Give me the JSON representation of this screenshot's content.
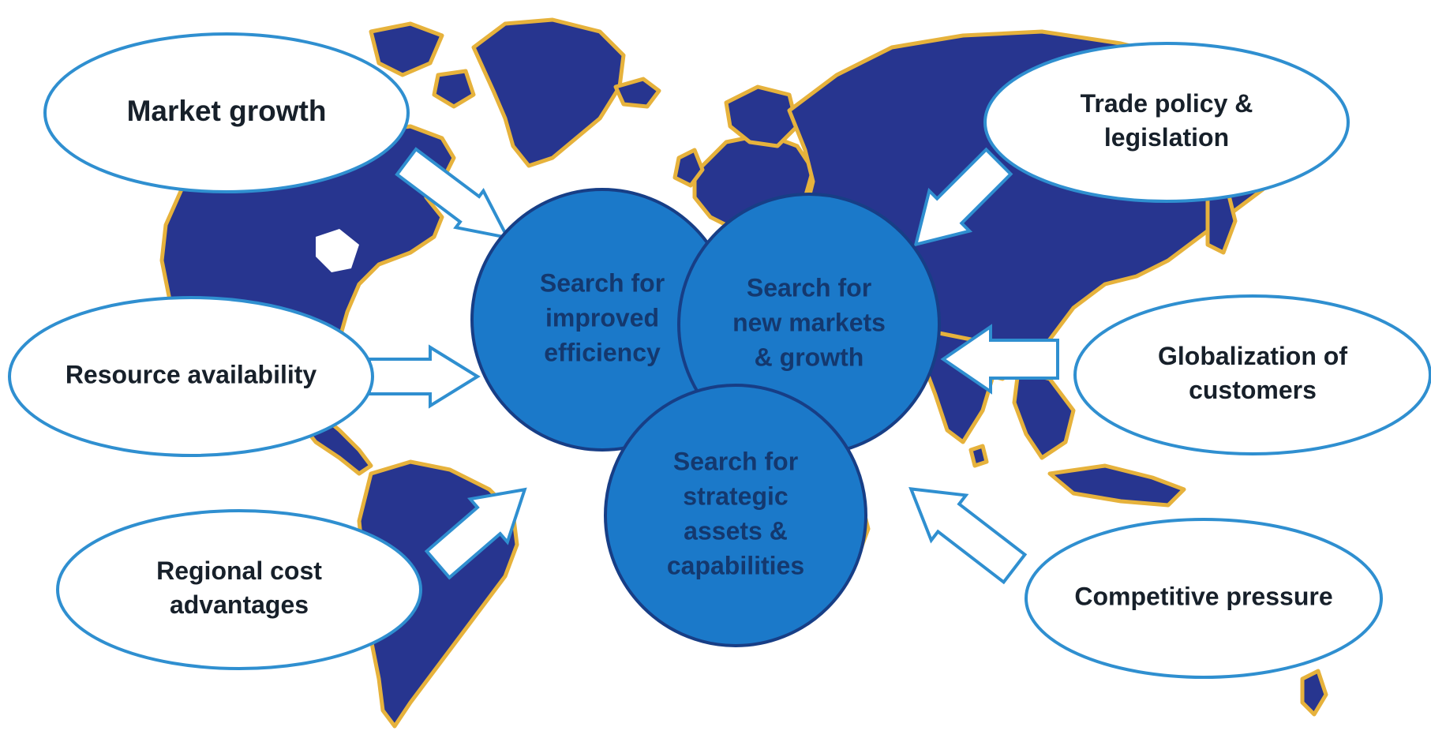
{
  "colors": {
    "land": "#27358f",
    "land_edge": "#e6b23c",
    "ocean": "#ffffff",
    "circle_fill": "#1b79c9",
    "circle_stroke": "#173e86",
    "circle_text": "#14386e",
    "oval_stroke": "#2f8fd0",
    "oval_text": "#17202a",
    "arrow_stroke": "#2f8fd0"
  },
  "drivers": [
    {
      "id": "market-growth",
      "lines": [
        "Market growth"
      ]
    },
    {
      "id": "resource-availability",
      "lines": [
        "Resource availability"
      ]
    },
    {
      "id": "regional-cost-advantages",
      "lines": [
        "Regional cost",
        "advantages"
      ]
    },
    {
      "id": "trade-policy-legislation",
      "lines": [
        "Trade policy &",
        "legislation"
      ]
    },
    {
      "id": "globalization-of-customers",
      "lines": [
        "Globalization of",
        "customers"
      ]
    },
    {
      "id": "competitive-pressure",
      "lines": [
        "Competitive pressure"
      ]
    }
  ],
  "motives": [
    {
      "id": "improved-efficiency",
      "lines": [
        "Search for",
        "improved",
        "efficiency"
      ]
    },
    {
      "id": "new-markets-growth",
      "lines": [
        "Search for",
        "new markets",
        "& growth"
      ]
    },
    {
      "id": "strategic-assets",
      "lines": [
        "Search for",
        "strategic",
        "assets &",
        "capabilities"
      ]
    }
  ]
}
